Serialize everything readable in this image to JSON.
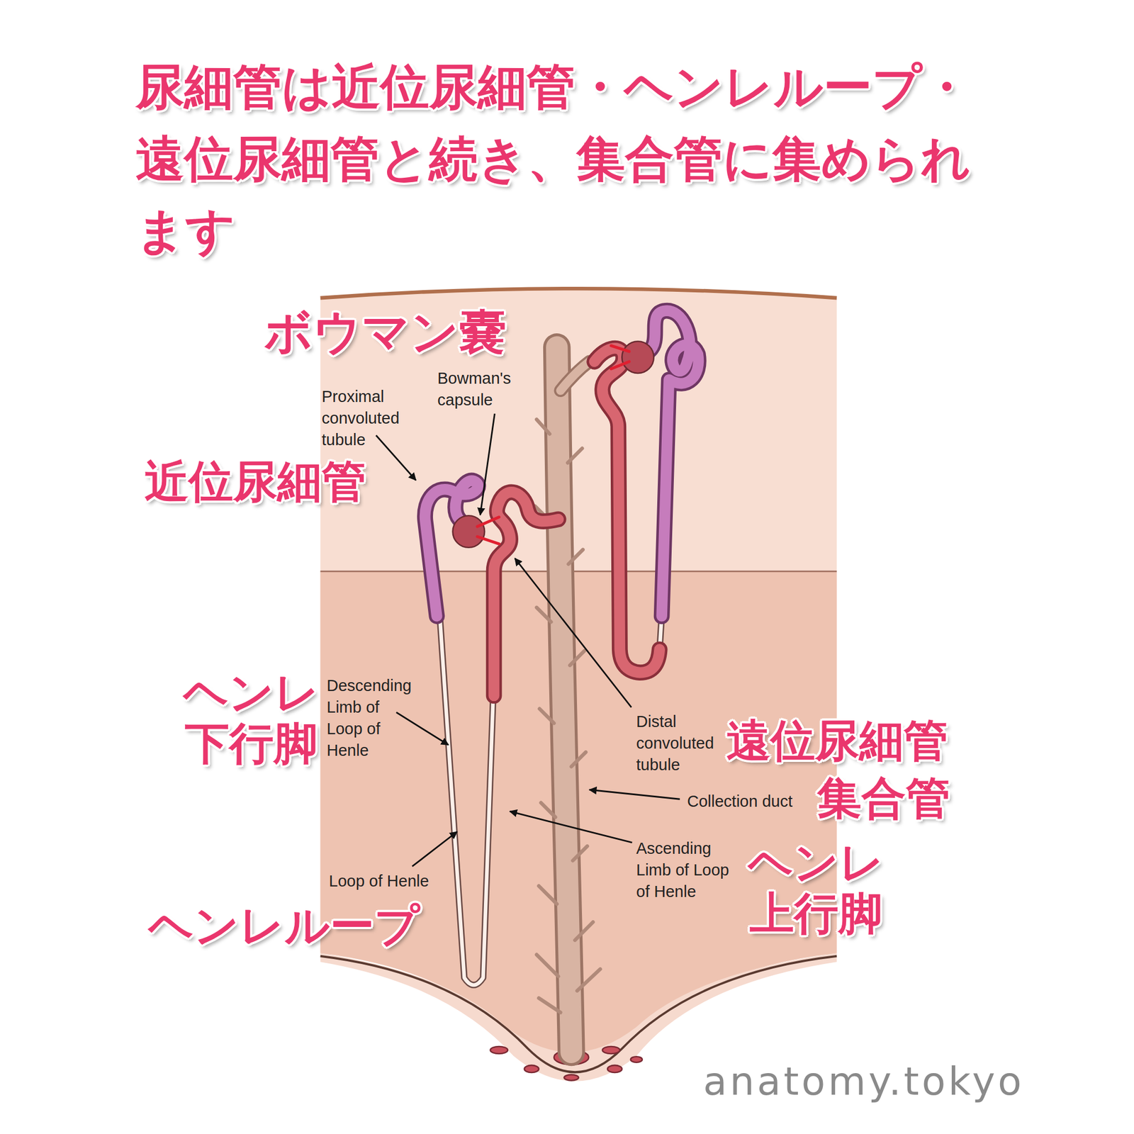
{
  "diagram": {
    "title": "尿細管は近位尿細管・ヘンレループ・遠位尿細管と続き、集合管に集められます",
    "labels": [
      "ボウマン嚢",
      "Bowman's capsule",
      "Proximal convoluted tubule",
      "近位尿細管",
      "ヘンレ 下行脚",
      "Descending Limb of Loop of Henle",
      "Distal convoluted tubule",
      "遠位尿細管",
      "Collection duct",
      "集合管",
      "Ascending Limb of Loop of Henle",
      "ヘンレ 上行脚",
      "Loop of Henle",
      "ヘンレループ",
      "anatomy.tokyo"
    ]
  }
}
